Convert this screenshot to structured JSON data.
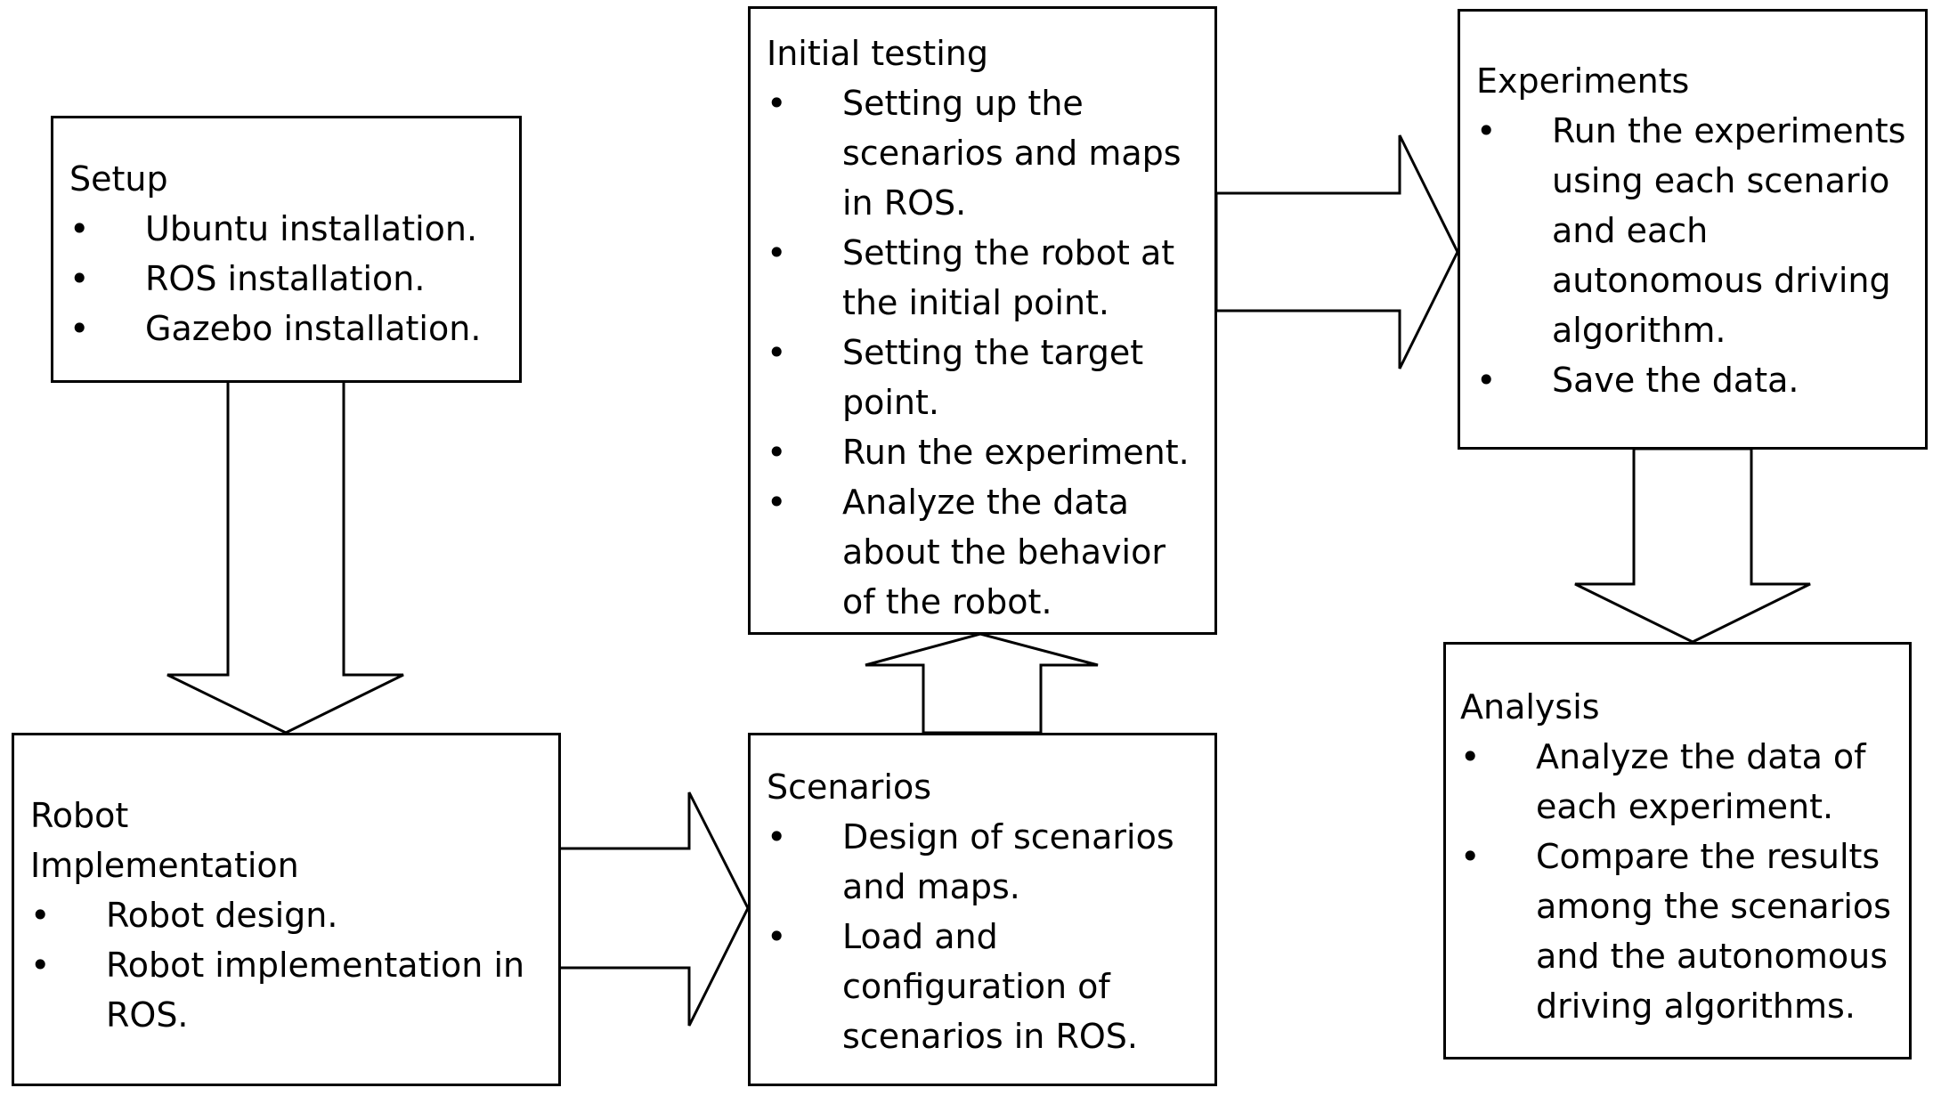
{
  "boxes": {
    "setup": {
      "title": "Setup",
      "items": [
        "Ubuntu installation.",
        "ROS installation.",
        "Gazebo installation."
      ]
    },
    "robot": {
      "title": "Robot\nImplementation",
      "items": [
        "Robot design.",
        "Robot implementation in\nROS."
      ]
    },
    "scenarios": {
      "title": "Scenarios",
      "items": [
        "Design of scenarios\nand maps.",
        "Load and\nconfiguration of\nscenarios in ROS."
      ]
    },
    "initial": {
      "title": "Initial testing",
      "items": [
        "Setting up the\nscenarios and maps\nin ROS.",
        "Setting the robot at\nthe initial point.",
        "Setting the target\npoint.",
        "Run the experiment.",
        "Analyze the data\nabout the behavior\nof the robot."
      ]
    },
    "experiments": {
      "title": "Experiments",
      "items": [
        "Run the experiments\nusing each scenario\nand each\nautonomous driving\nalgorithm.",
        "Save the data."
      ]
    },
    "analysis": {
      "title": "Analysis",
      "items": [
        "Analyze the data of\neach experiment.",
        "Compare the results\namong the scenarios\nand the autonomous\ndriving algorithms."
      ]
    }
  },
  "bullet_char": "•"
}
